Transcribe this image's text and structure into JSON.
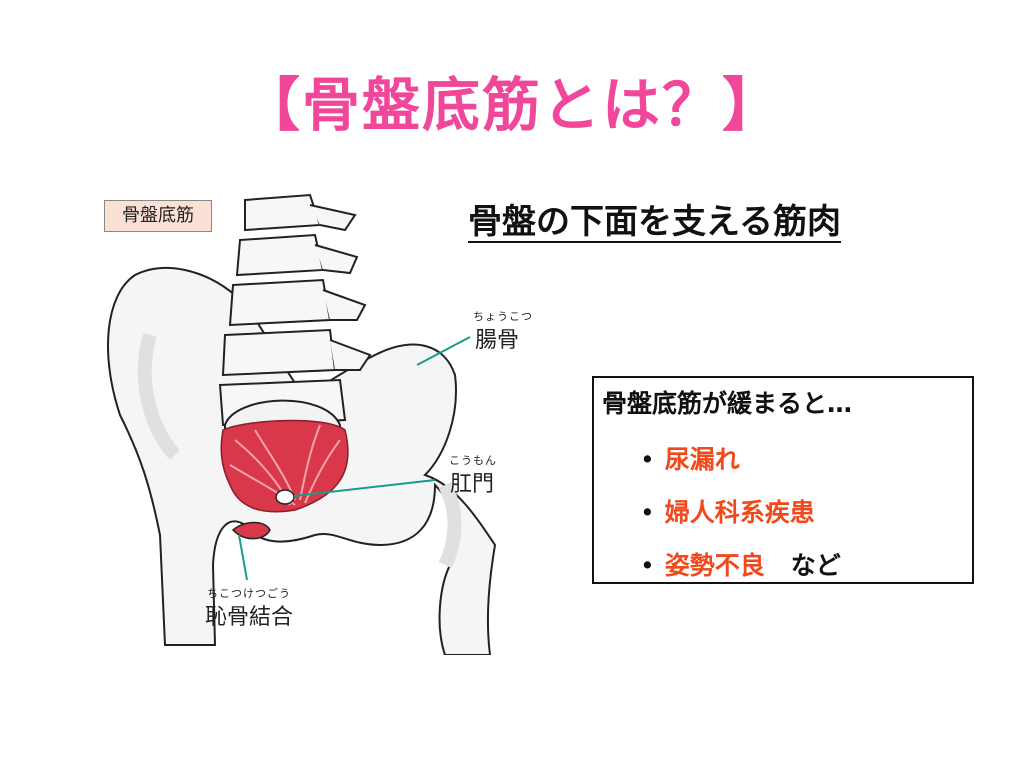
{
  "title": "【骨盤底筋とは？】",
  "figure": {
    "label": "骨盤底筋",
    "ilium_ruby": "ちょうこつ",
    "ilium": "腸骨",
    "anus_ruby": "こうもん",
    "anus": "肛門",
    "symphysis_ruby": "ちこつけつごう",
    "symphysis": "恥骨結合"
  },
  "subtitle": "骨盤の下面を支える筋肉",
  "box": {
    "heading": "骨盤底筋が緩まると…",
    "bullet": "•",
    "items": [
      {
        "text": "尿漏れ",
        "after": ""
      },
      {
        "text": "婦人科系疾患",
        "after": ""
      },
      {
        "text": "姿勢不良",
        "after": "など"
      }
    ]
  },
  "colors": {
    "title": "#f0479b",
    "item_red": "#f04a1c",
    "leader_line": "#1a9a8a",
    "muscle": "#d9384a"
  }
}
